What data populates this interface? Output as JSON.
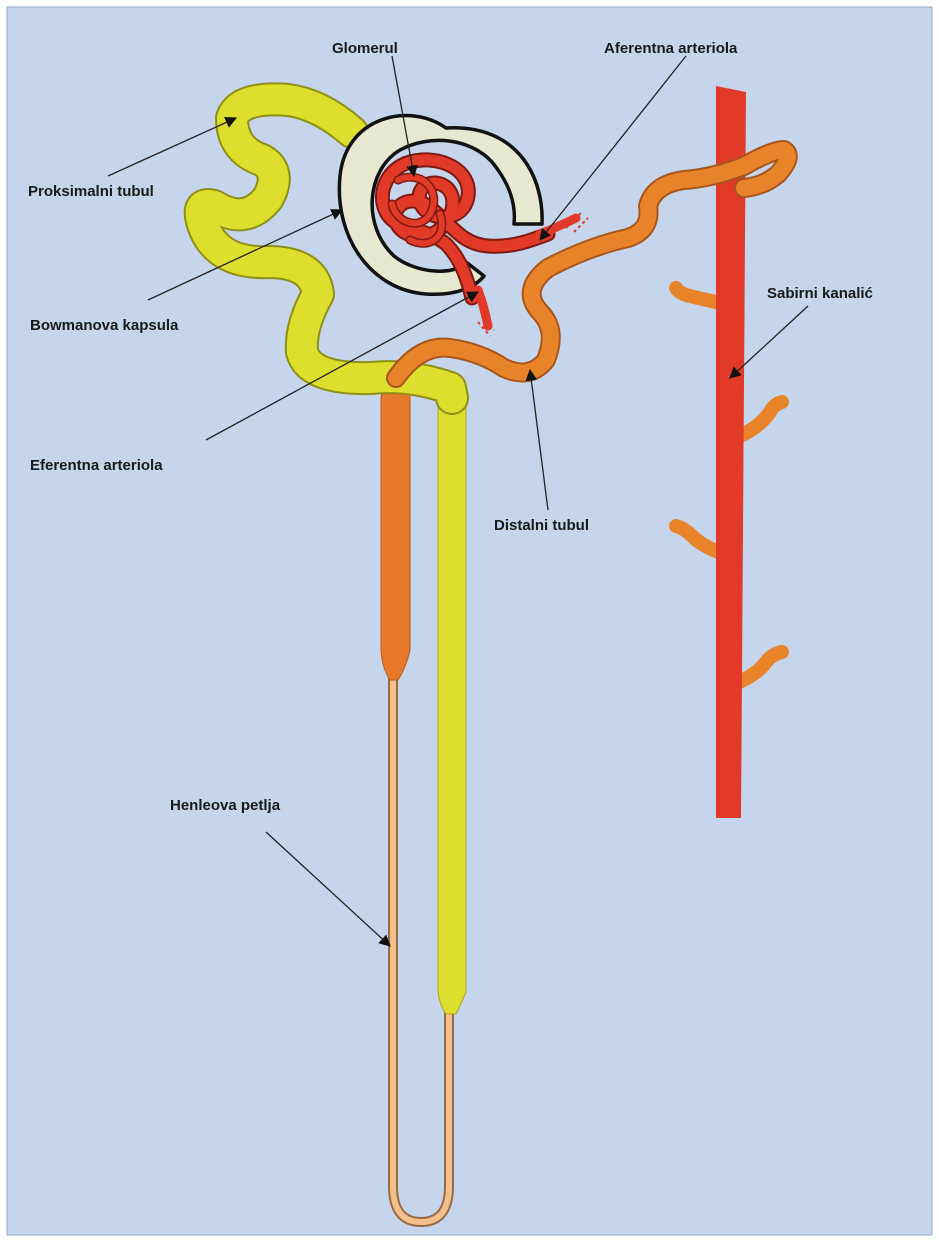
{
  "colors": {
    "background": "#c5d5ec",
    "proximal_tubule": "#dede2c",
    "loop_descending_thick": "#e8782a",
    "loop_thin": "#f2c08c",
    "distal_tubule": "#e8832a",
    "collecting_duct": "#e23a28",
    "capsule": "#e6e8cf",
    "vessels": "#e23a28"
  },
  "labels": {
    "glomerulus": "Glomerul",
    "afferent_arteriole": "Aferentna arteriola",
    "proximal_tubule": "Proksimalni tubul",
    "bowman_capsule": "Bowmanova kapsula",
    "efferent_arteriole": "Eferentna arteriola",
    "collecting_duct": "Sabirni kanalić",
    "distal_tubule": "Distalni tubul",
    "loop_of_henle": "Henleova petlja"
  }
}
